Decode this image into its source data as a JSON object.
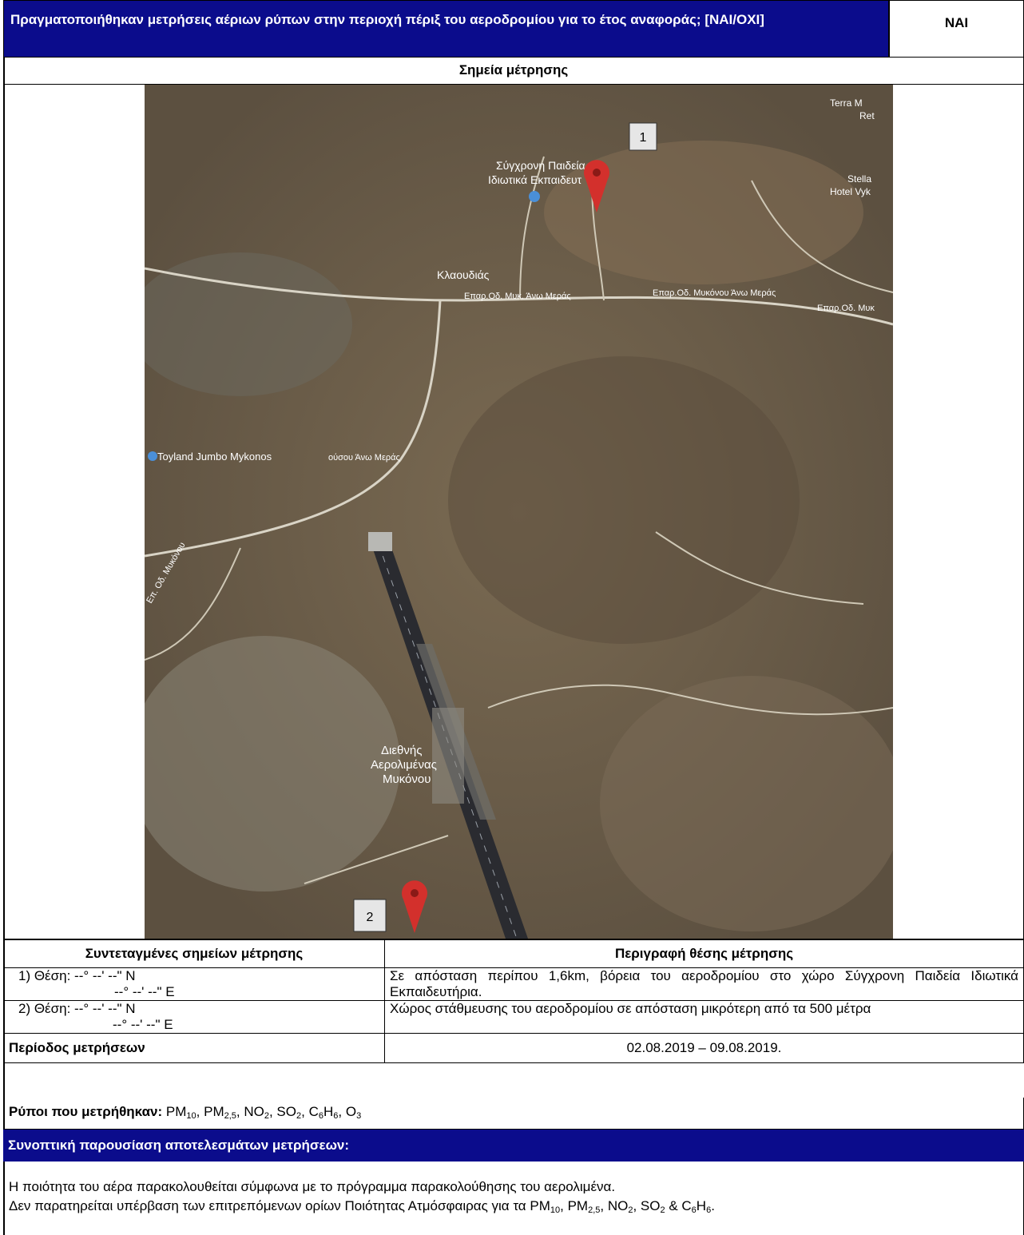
{
  "header": {
    "question": "Πραγματοποιήθηκαν μετρήσεις αέριων ρύπων στην περιοχή πέριξ του αεροδρομίου για το έτος αναφοράς; [ΝΑΙ/ΟΧΙ]",
    "answer": "ΝΑΙ"
  },
  "measurement_points_title": "Σημεία μέτρησης",
  "map": {
    "labels": {
      "terra": "Terra M",
      "terra2": "Ret",
      "school1": "Σύγχρονη Παιδεία",
      "school2": "Ιδιωτικά Εκπαιδευτ",
      "stella": "Stella",
      "hotel": "Hotel Vyk",
      "klouvas": "Κλαουδιάς",
      "road1": "Επαρ.Οδ. Μυκ. Άνω Μεράς",
      "road2": "Επαρ.Οδ. Μυκόνου Άνω Μεράς",
      "road3": "Επαρ.Οδ. Μυκ",
      "road4": "Επαρ.Οδ. Μυκ. Άνω Μεράς",
      "road5": "Επαρ.Οδ. Μυκ",
      "road6": "ούσου Άνω Μεράς",
      "jumbo": "Toyland Jumbo Mykonos",
      "road7": "Επ. Οδ. Μυκόνου",
      "airport1": "Διεθνής",
      "airport2": "Αερολιμένας",
      "airport3": "Μυκόνου",
      "marker1": "1",
      "marker2": "2"
    }
  },
  "table": {
    "col1": "Συντεταγμένες σημείων μέτρησης",
    "col2": "Περιγραφή θέσης μέτρησης",
    "rows": [
      {
        "pos_line1": "1)  Θέση: --° --' --\" N",
        "pos_line2": "--° --' --\" E",
        "desc": "Σε απόσταση περίπου 1,6km, βόρεια του αεροδρομίου στο χώρο Σύγχρονη Παιδεία Ιδιωτικά Εκπαιδευτήρια."
      },
      {
        "pos_line1": "2) Θέση:  --° --' --\" N",
        "pos_line2": "--° --' --\" E",
        "desc": "Χώρος στάθμευσης του αεροδρομίου σε απόσταση μικρότερη από τα 500 μέτρα"
      }
    ],
    "period_label": "Περίοδος μετρήσεων",
    "period_value": "02.08.2019 – 09.08.2019."
  },
  "pollutants": {
    "label": "Ρύποι που μετρήθηκαν:",
    "list": [
      "PM10",
      "PM2,5",
      "NO2",
      "SO2",
      "C6H6",
      "O3"
    ]
  },
  "summary": {
    "title": "Συνοπτική παρουσίαση αποτελεσμάτων μετρήσεων:",
    "line1": "Η ποιότητα του αέρα παρακολουθείται σύμφωνα με το πρόγραμμα παρακολούθησης του αερολιμένα.",
    "line2_prefix": "Δεν παρατηρείται υπέρβαση των επιτρεπόμενων ορίων Ποιότητας Ατμόσφαιρας για τα"
  },
  "colors": {
    "header_blue": "#0b0c8c",
    "map_ground": "#6f6049",
    "marker_red": "#d3302c"
  }
}
